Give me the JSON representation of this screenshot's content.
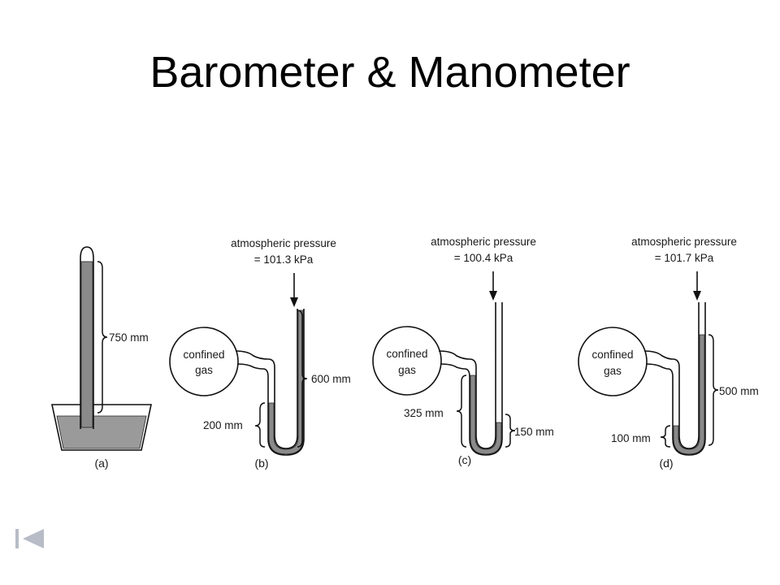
{
  "slide": {
    "title": "Barometer & Manometer"
  },
  "colors": {
    "mercury": "#8a8a8a",
    "ink": "#111111",
    "nav": "#b7bcc6"
  },
  "panels": {
    "a": {
      "caption": "(a)",
      "height_label": "750 mm"
    },
    "b": {
      "caption": "(b)",
      "atm_line1": "atmospheric pressure",
      "atm_line2": "=  101.3 kPa",
      "bulb_line1": "confined",
      "bulb_line2": "gas",
      "left_label": "200 mm",
      "right_label": "600 mm"
    },
    "c": {
      "caption": "(c)",
      "atm_line1": "atmospheric pressure",
      "atm_line2": "=  100.4 kPa",
      "bulb_line1": "confined",
      "bulb_line2": "gas",
      "left_label": "325 mm",
      "right_label": "150 mm"
    },
    "d": {
      "caption": "(d)",
      "atm_line1": "atmospheric pressure",
      "atm_line2": "=  101.7 kPa",
      "bulb_line1": "confined",
      "bulb_line2": "gas",
      "left_label": "100 mm",
      "right_label": "500 mm"
    }
  },
  "nav": {
    "icon": "first-slide-icon"
  }
}
